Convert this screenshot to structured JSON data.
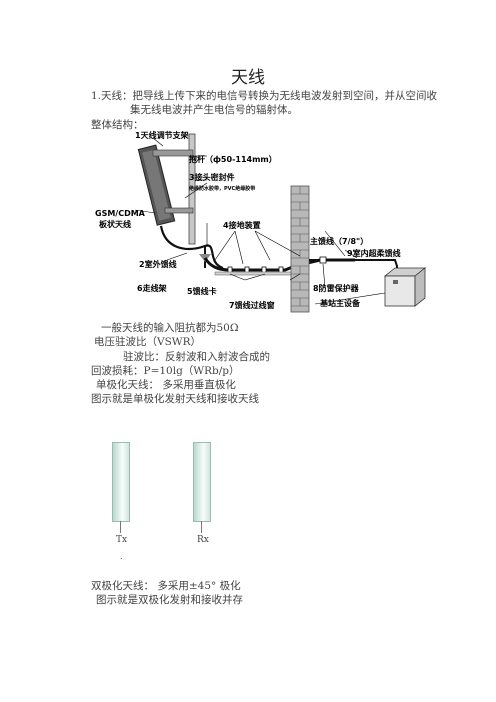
{
  "page": {
    "title": "天线",
    "intro_line1": "1.天线：把导线上传下来的电信号转换为无线电波发射到空间，并从空间收",
    "intro_line2": "集无线电波并产生电信号的辐射体。",
    "structure_heading": "整体结构：",
    "line_impedance": "一般天线的输入阻抗都为50Ω",
    "line_vswr": "电压驻波比（VSWR）",
    "line_vswr_def": "驻波比：反射波和入射波合成的",
    "line_return_loss": "回波损耗：P=10lg（WRb/p）",
    "line_single_pol": "单极化天线：   多采用垂直极化",
    "line_single_fig": "图示就是单极化发射天线和接收天线",
    "line_dual_pol": "双极化天线：   多采用±45° 极化",
    "line_dual_fig": "图示就是双极化发射和接收并存"
  },
  "diagram": {
    "label_1": "1天线调节支架",
    "label_pole": "抱杆（ф50-114mm）",
    "label_3": "3接头密封件",
    "label_3_sub": "绝缘防水胶带，PVC绝缘胶带",
    "label_gsm": "GSM/CDMA",
    "label_gsm2": "板状天线",
    "label_4": "4接地装置",
    "label_feeder": "主馈线（7/8\"）",
    "label_9": "9室内超柔馈线",
    "label_2": "2室外馈线",
    "label_6": "6走线架",
    "label_5": "5馈线卡",
    "label_7": "7馈线过线窗",
    "label_8": "8防雷保护器",
    "label_bts": "基站主设备"
  },
  "antenna_figure": {
    "tx_label": "Tx",
    "rx_label": "Rx",
    "dot": "."
  }
}
